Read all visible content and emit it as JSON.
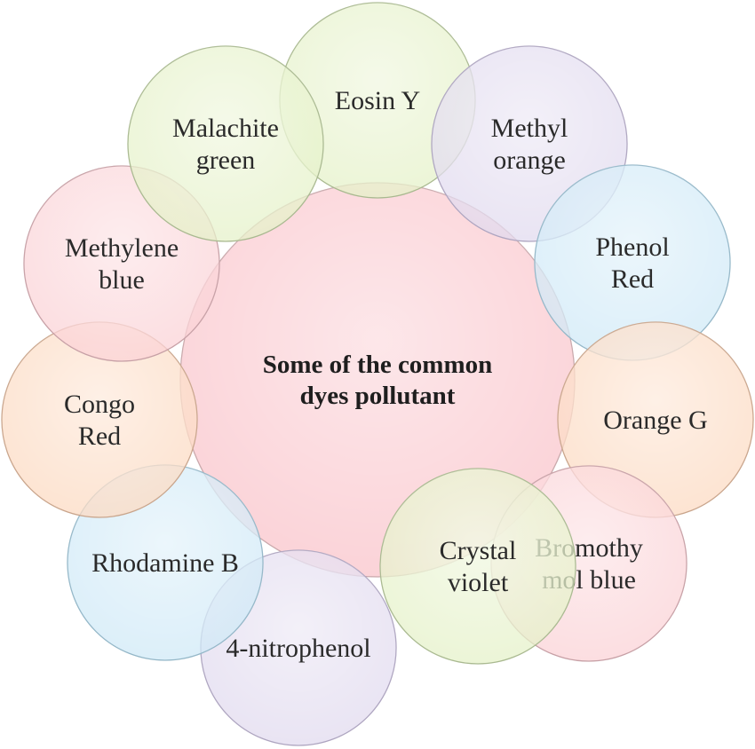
{
  "center": {
    "line1": "Some of the common",
    "line2": "dyes pollutant",
    "fill": "#fbd3d8",
    "stroke": "#c9a8ab"
  },
  "dyes": [
    {
      "line1": "Eosin Y",
      "line2": "",
      "fill": "#e4f1c8",
      "stroke": "#a9b990"
    },
    {
      "line1": "Methyl",
      "line2": "orange",
      "fill": "#e1d9ef",
      "stroke": "#aea5c0"
    },
    {
      "line1": "Phenol",
      "line2": "Red",
      "fill": "#cfe9f6",
      "stroke": "#94b7c8"
    },
    {
      "line1": "Orange G",
      "line2": "",
      "fill": "#fcd9c0",
      "stroke": "#c9a58c"
    },
    {
      "line1": "Bromothy",
      "line2": "mol blue",
      "fill": "#fbd1d6",
      "stroke": "#c7a0a6"
    },
    {
      "line1": "Crystal",
      "line2": "violet",
      "fill": "#e4f1c8",
      "stroke": "#a9b990"
    },
    {
      "line1": "4-nitrophenol",
      "line2": "",
      "fill": "#e1d9ef",
      "stroke": "#aea5c0"
    },
    {
      "line1": "Rhodamine B",
      "line2": "",
      "fill": "#cfe9f6",
      "stroke": "#94b7c8"
    },
    {
      "line1": "Congo",
      "line2": "Red",
      "fill": "#fcd9c0",
      "stroke": "#c9a58c"
    },
    {
      "line1": "Methylene",
      "line2": "blue",
      "fill": "#fbd1d6",
      "stroke": "#c7a0a6"
    },
    {
      "line1": "Malachite",
      "line2": "green",
      "fill": "#e4f1c8",
      "stroke": "#a9b990"
    }
  ]
}
